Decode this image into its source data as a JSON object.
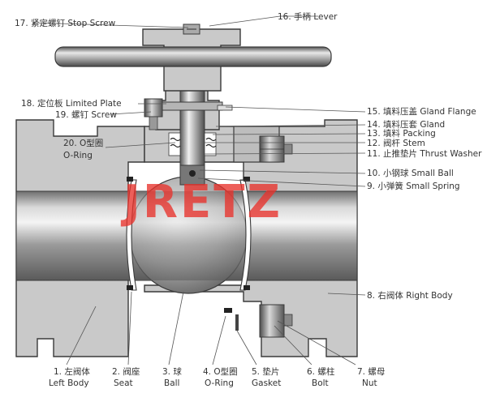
{
  "logo": {
    "text": "JRETZ",
    "color": "#e8322c"
  },
  "labels_right": [
    {
      "id": "16",
      "text": "16. 手柄 Lever"
    },
    {
      "id": "15",
      "text": "15. 填料压盖 Gland Flange"
    },
    {
      "id": "14",
      "text": "14. 填料压套 Gland"
    },
    {
      "id": "13",
      "text": "13. 填料 Packing"
    },
    {
      "id": "12",
      "text": "12. 阀杆 Stem"
    },
    {
      "id": "11",
      "text": "11. 止推垫片 Thrust Washer"
    },
    {
      "id": "10",
      "text": "10. 小钢球 Small Ball"
    },
    {
      "id": "9",
      "text": "9. 小弹簧 Small Spring"
    },
    {
      "id": "8",
      "text": "8. 右阀体 Right Body"
    }
  ],
  "labels_left": [
    {
      "id": "17",
      "text": "17. 紧定螺钉 Stop Screw"
    },
    {
      "id": "18",
      "text": "18. 定位板 Limited Plate"
    },
    {
      "id": "19",
      "text": "19. 螺钉 Screw"
    },
    {
      "id": "20a",
      "text": "20. O型圈"
    },
    {
      "id": "20b",
      "text": "O-Ring"
    }
  ],
  "labels_bottom": [
    {
      "id": "1",
      "cn": "1. 左阀体",
      "en": "Left Body"
    },
    {
      "id": "2",
      "cn": "2. 阀座",
      "en": "Seat"
    },
    {
      "id": "3",
      "cn": "3. 球",
      "en": "Ball"
    },
    {
      "id": "4",
      "cn": "4. O型圈",
      "en": "O-Ring"
    },
    {
      "id": "5",
      "cn": "5. 垫片",
      "en": "Gasket"
    },
    {
      "id": "6",
      "cn": "6. 螺柱",
      "en": "Bolt"
    },
    {
      "id": "7",
      "cn": "7. 螺母",
      "en": "Nut"
    }
  ]
}
